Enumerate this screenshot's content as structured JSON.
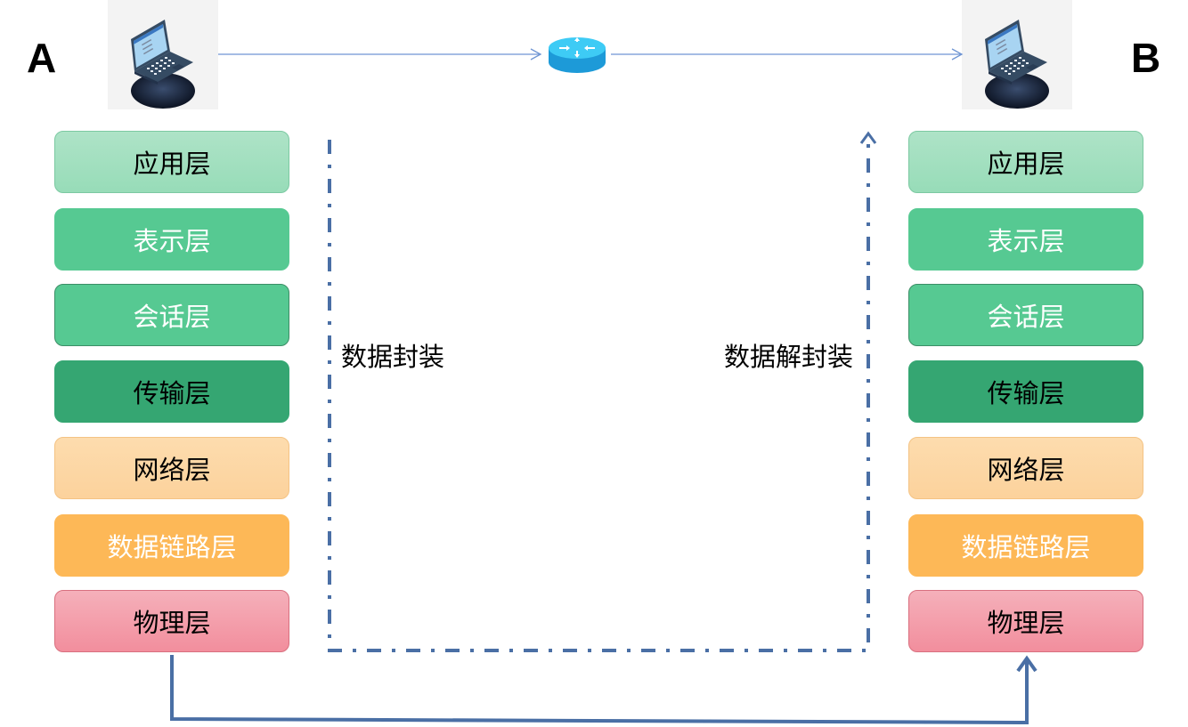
{
  "hosts": {
    "a": {
      "label": "A",
      "icon": "laptop-icon"
    },
    "b": {
      "label": "B",
      "icon": "laptop-icon"
    },
    "router": {
      "icon": "router-icon"
    }
  },
  "stack_a": {
    "layers": [
      "应用层",
      "表示层",
      "会话层",
      "传输层",
      "网络层",
      "数据链路层",
      "物理层"
    ]
  },
  "stack_b": {
    "layers": [
      "应用层",
      "表示层",
      "会话层",
      "传输层",
      "网络层",
      "数据链路层",
      "物理层"
    ]
  },
  "process": {
    "encapsulation": "数据封装",
    "decapsulation": "数据解封装"
  },
  "colors": {
    "line_blue": "#4a6fa5",
    "top_line": "#6f95d3",
    "router_top": "#3ecbf5",
    "router_side": "#1d9ad8"
  }
}
